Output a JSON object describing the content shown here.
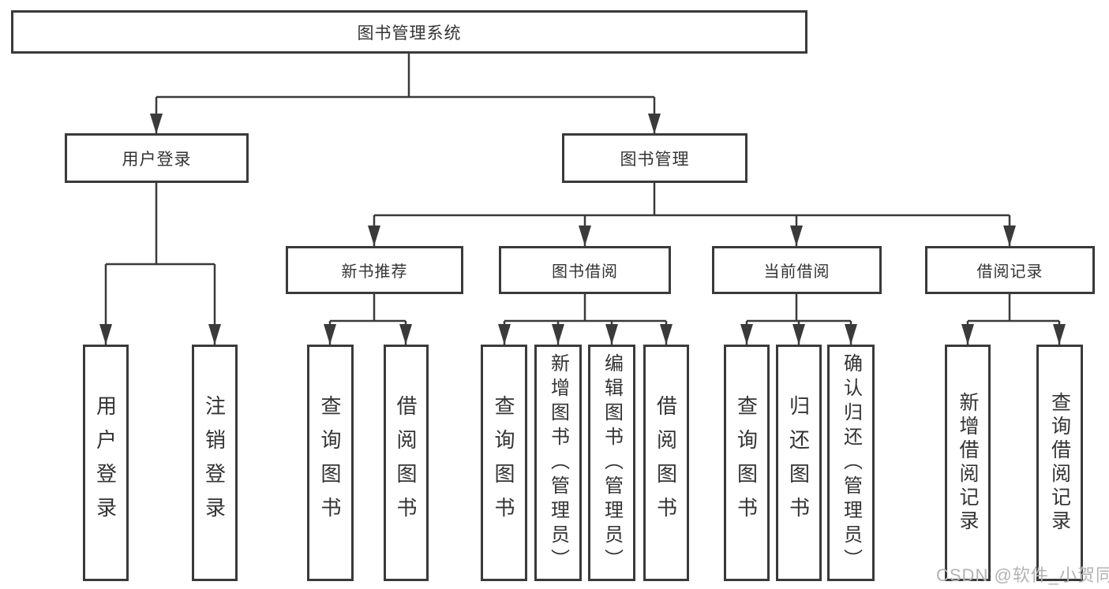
{
  "diagram": {
    "root": "图书管理系统",
    "level2": {
      "user_login": "用户登录",
      "book_mgmt": "图书管理"
    },
    "level3": {
      "new_book_rec": "新书推荐",
      "book_borrow": "图书借阅",
      "current_borrow": "当前借阅",
      "borrow_records": "借阅记录"
    },
    "leaves": {
      "user_login_leaf": "用户登录",
      "logout": "注销登录",
      "query_books_1": "查询图书",
      "borrow_books_1": "借阅图书",
      "query_books_2": "查询图书",
      "add_books_admin": "新增图书（管理员）",
      "edit_books_admin": "编辑图书（管理员）",
      "borrow_books_2": "借阅图书",
      "query_books_3": "查询图书",
      "return_books": "归还图书",
      "confirm_return_admin": "确认归还（管理员）",
      "add_borrow_record": "新增借阅记录",
      "query_borrow_record": "查询借阅记录"
    }
  },
  "watermark": "CSDN @软件_小贺同学",
  "colors": {
    "line": "#3a3a3a",
    "text": "#333333",
    "watermark": "#b3b3b3",
    "background": "#ffffff"
  }
}
